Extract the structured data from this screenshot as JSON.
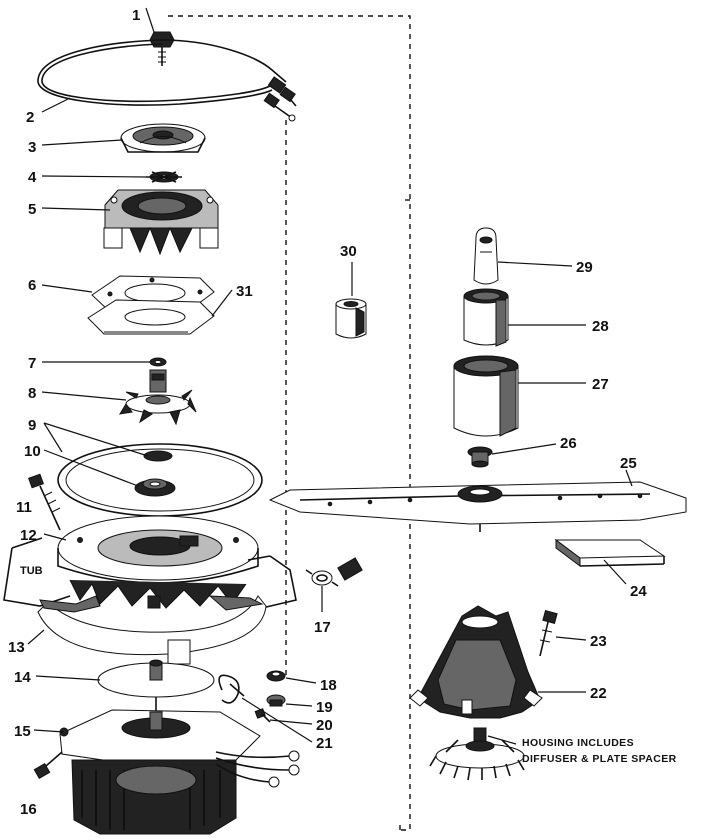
{
  "diagram": {
    "part_labels": [
      "1",
      "2",
      "3",
      "4",
      "5",
      "6",
      "7",
      "8",
      "9",
      "10",
      "11",
      "12",
      "13",
      "14",
      "15",
      "16",
      "17",
      "18",
      "19",
      "20",
      "21",
      "22",
      "23",
      "24",
      "25",
      "26",
      "27",
      "28",
      "29",
      "30",
      "31"
    ],
    "tub_label": "TUB",
    "housing_note_line1": "HOUSING INCLUDES",
    "housing_note_line2": "DIFFUSER & PLATE SPACER"
  }
}
